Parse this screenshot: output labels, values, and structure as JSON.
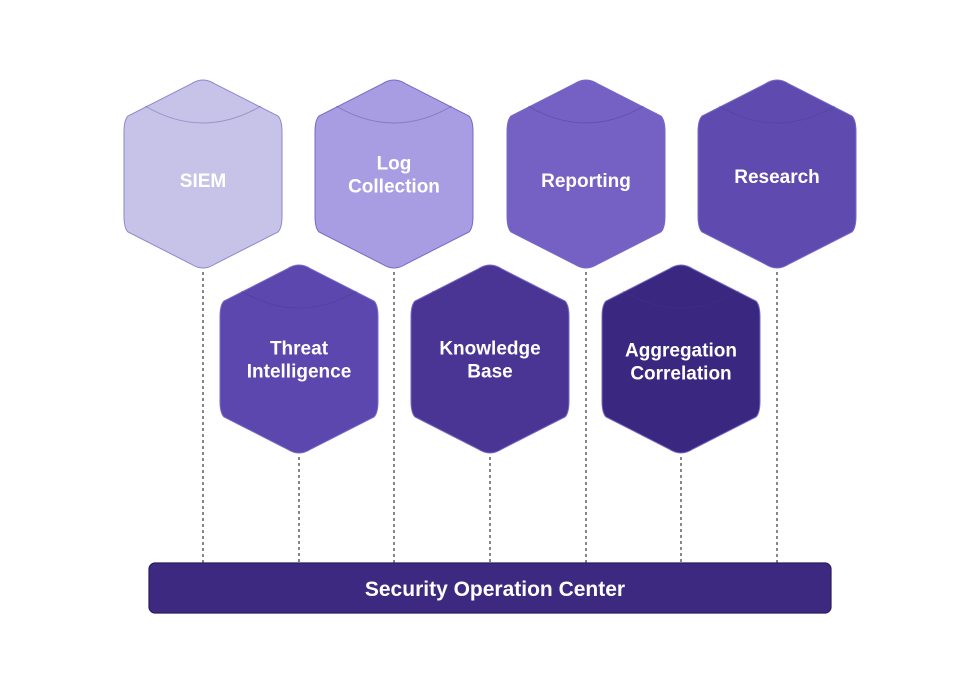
{
  "nodes": [
    {
      "id": "siem",
      "lines": [
        "SIEM"
      ],
      "color": "#c7c3e8"
    },
    {
      "id": "log-collection",
      "lines": [
        "Log",
        "Collection"
      ],
      "color": "#a89ce2"
    },
    {
      "id": "reporting",
      "lines": [
        "Reporting"
      ],
      "color": "#7560c4"
    },
    {
      "id": "research",
      "lines": [
        "Research"
      ],
      "color": "#5f4bb0"
    },
    {
      "id": "threat-intelligence",
      "lines": [
        "Threat",
        "Intelligence"
      ],
      "color": "#5b47ae"
    },
    {
      "id": "knowledge-base",
      "lines": [
        "Knowledge",
        "Base"
      ],
      "color": "#4a3594"
    },
    {
      "id": "aggregation-correlation",
      "lines": [
        "Aggregation",
        "Correlation"
      ],
      "color": "#3a2780"
    }
  ],
  "base": {
    "label": "Security Operation Center",
    "color": "#3d2a80"
  }
}
